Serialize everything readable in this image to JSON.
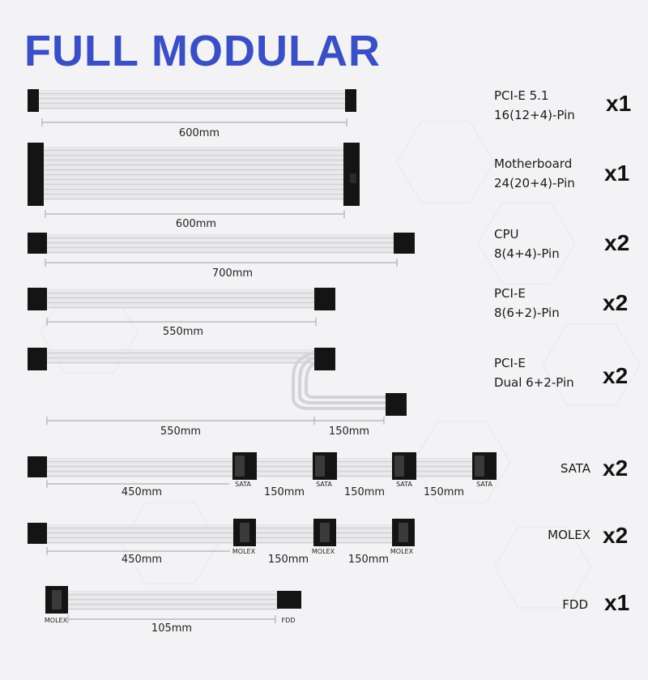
{
  "title": "FULL MODULAR",
  "colors": {
    "title": "#3a4fc4",
    "cable": "#d8d8dc",
    "connector": "#141414",
    "dimension": "#b0b0b4"
  },
  "cables": [
    {
      "line1": "PCI-E 5.1",
      "line2": "16(12+4)-Pin",
      "qty": "x1",
      "dims": [
        "600mm"
      ]
    },
    {
      "line1": "Motherboard",
      "line2": "24(20+4)-Pin",
      "qty": "x1",
      "dims": [
        "600mm"
      ]
    },
    {
      "line1": "CPU",
      "line2": "8(4+4)-Pin",
      "qty": "x2",
      "dims": [
        "700mm"
      ]
    },
    {
      "line1": "PCI-E",
      "line2": "8(6+2)-Pin",
      "qty": "x2",
      "dims": [
        "550mm"
      ]
    },
    {
      "line1": "PCI-E",
      "line2": "Dual 6+2-Pin",
      "qty": "x2",
      "dims": [
        "550mm",
        "150mm"
      ]
    },
    {
      "line1": "SATA",
      "qty": "x2",
      "dims": [
        "450mm",
        "150mm",
        "150mm",
        "150mm"
      ],
      "tags": [
        "SATA",
        "SATA",
        "SATA",
        "SATA"
      ]
    },
    {
      "line1": "MOLEX",
      "qty": "x2",
      "dims": [
        "450mm",
        "150mm",
        "150mm"
      ],
      "tags": [
        "MOLEX",
        "MOLEX",
        "MOLEX"
      ]
    },
    {
      "line1": "FDD",
      "qty": "x1",
      "dims": [
        "105mm"
      ],
      "tags": [
        "MOLEX",
        "FDD"
      ]
    }
  ]
}
